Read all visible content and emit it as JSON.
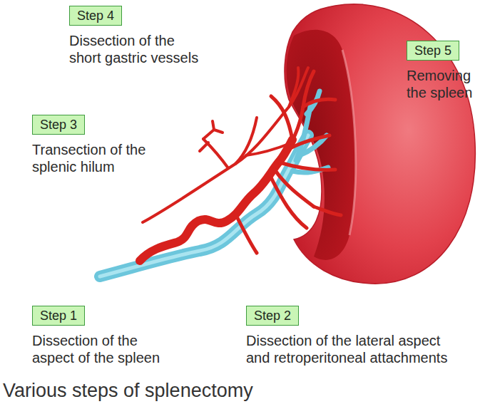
{
  "diagram": {
    "caption": "Various steps of splenectomy",
    "nodes": [
      {
        "text": [
          "Step 4",
          "Dissection of the short gastric vessels"
        ]
      },
      {
        "text": [
          "Step 5",
          "Removing the spleen"
        ]
      },
      {
        "text": [
          "Step 3",
          "Transection of the splenic hilum"
        ]
      },
      {
        "text": [
          "Step 1",
          "Dissection of the aspect of the spleen"
        ]
      },
      {
        "text": [
          "Step 2",
          "Dissection of the lateral aspect and retroperitoneal attachments"
        ]
      }
    ]
  }
}
